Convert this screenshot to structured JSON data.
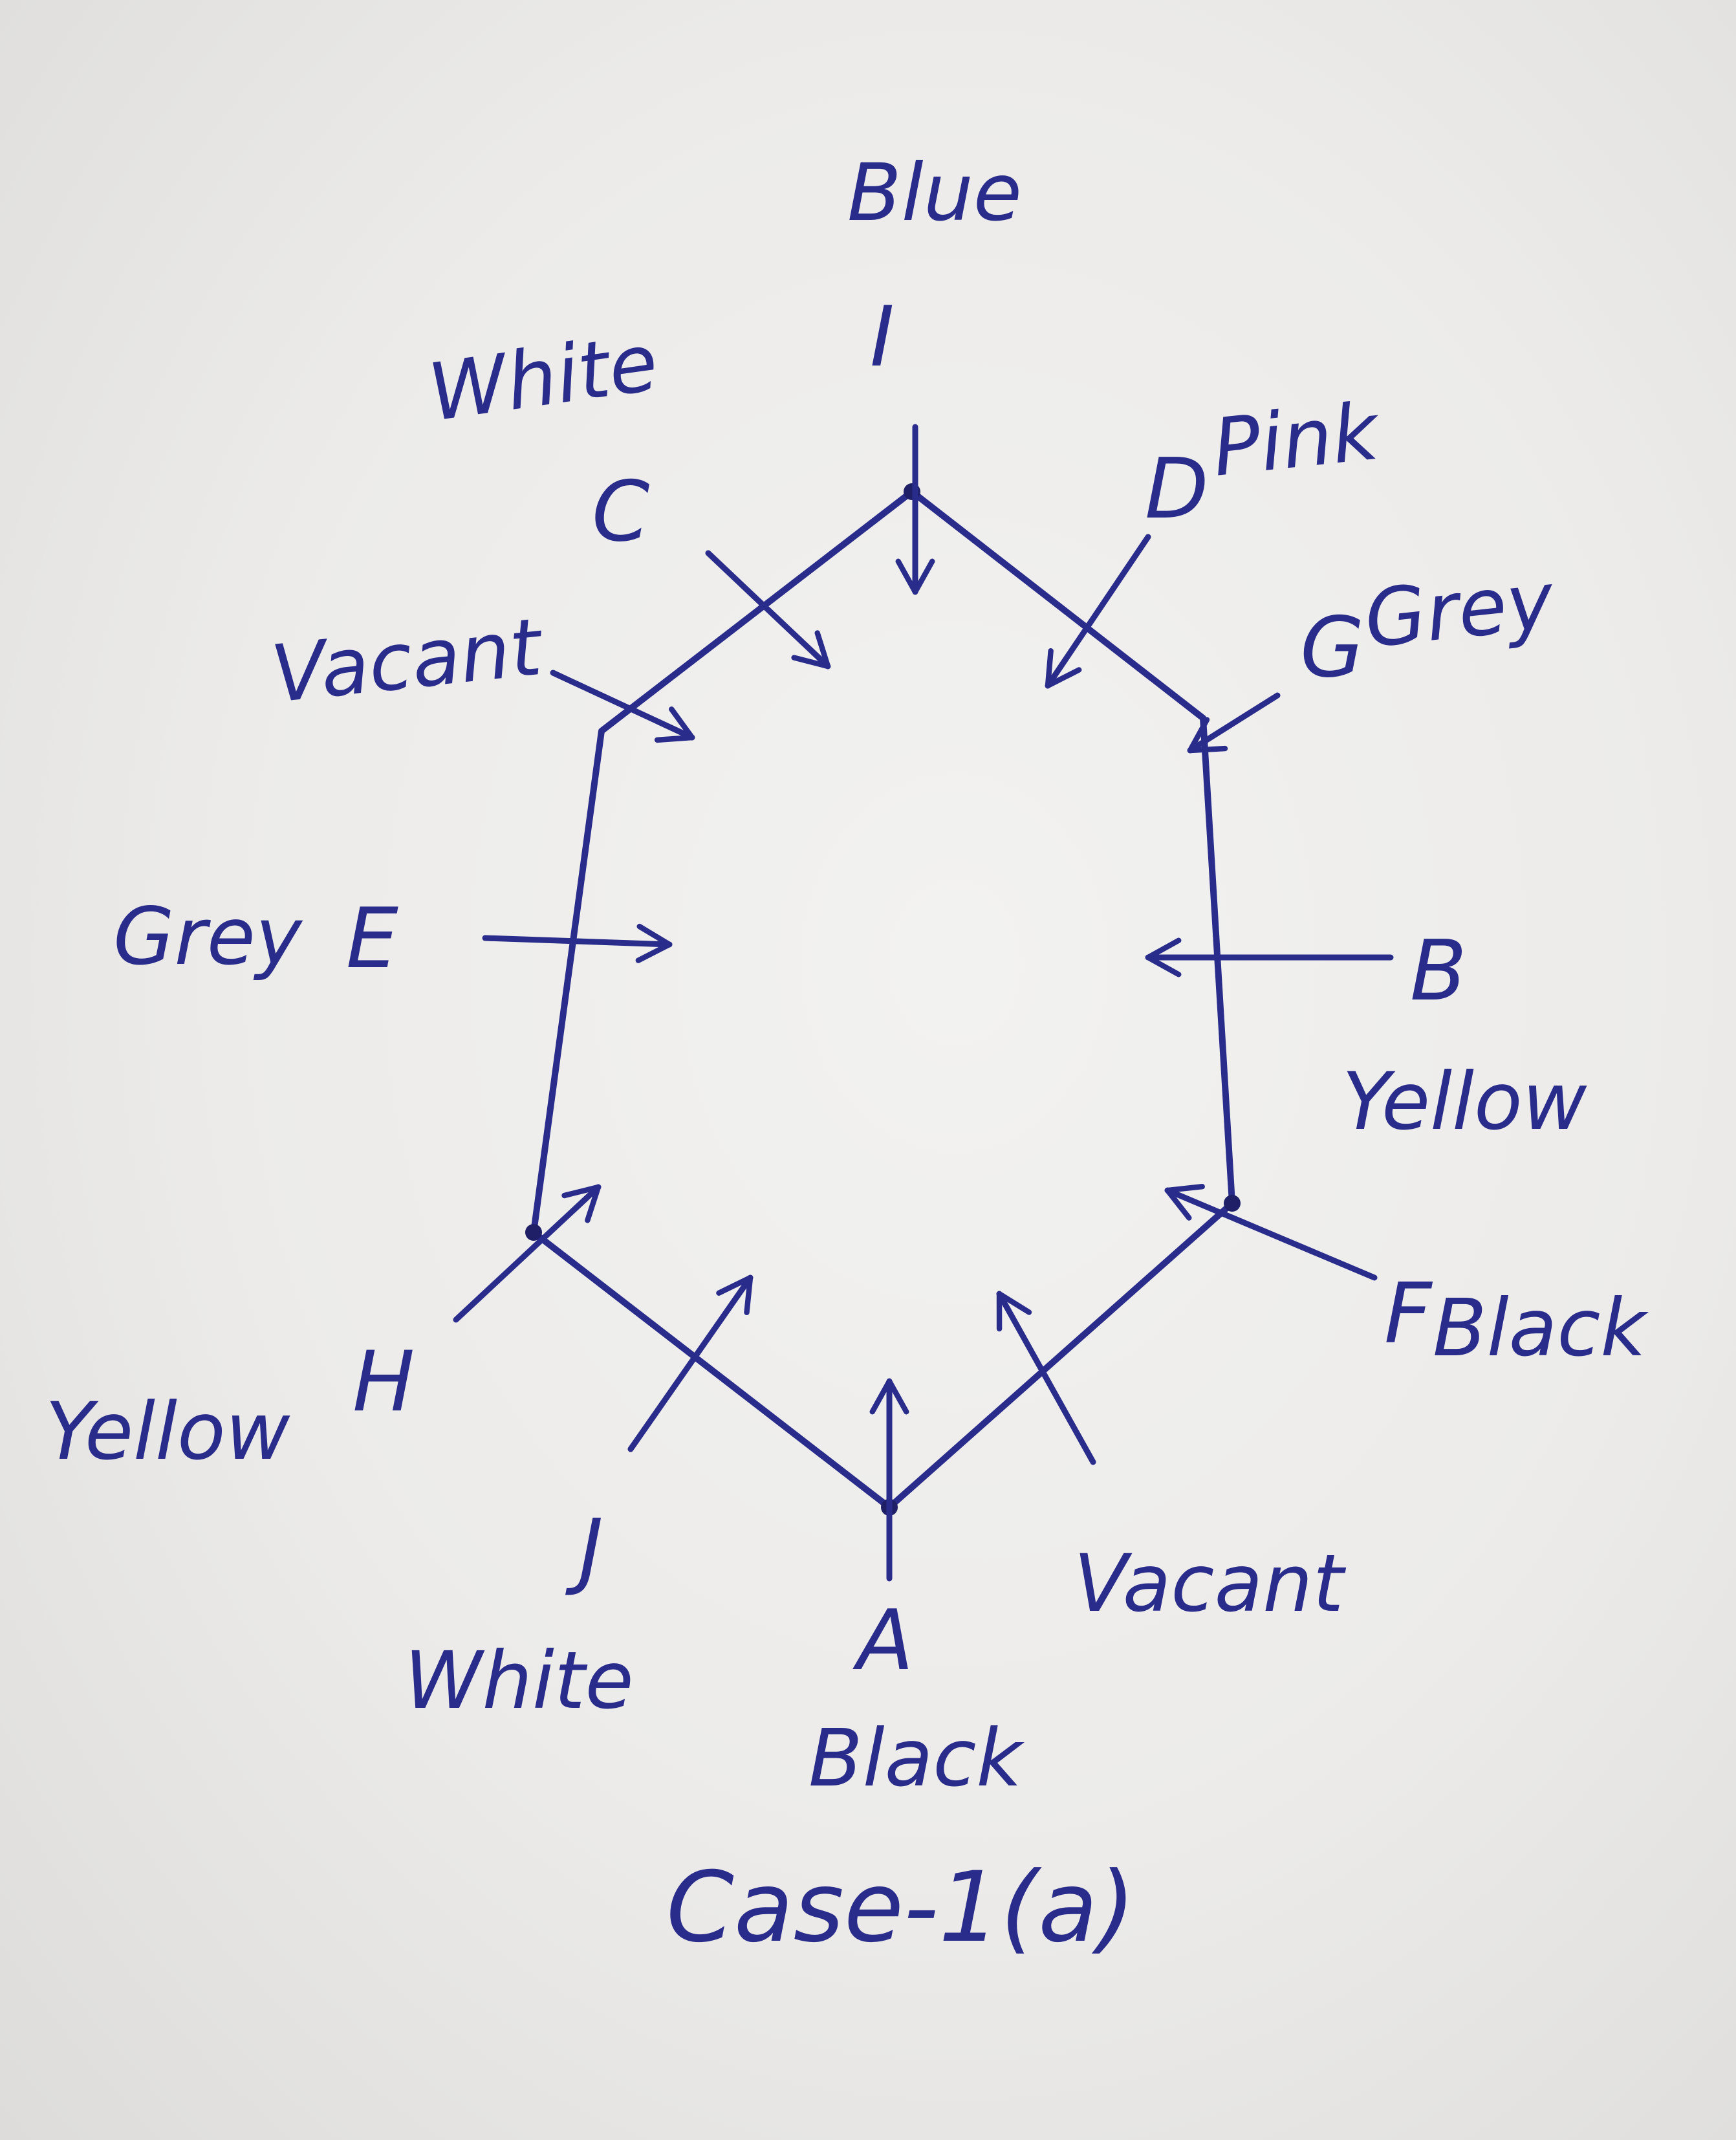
{
  "diagram": {
    "caption": "Case-1(a)",
    "seats": [
      {
        "id": "I",
        "letter": "I",
        "color": "Blue"
      },
      {
        "id": "C",
        "letter": "C",
        "color": "White"
      },
      {
        "id": "D",
        "letter": "D",
        "color": "Pink"
      },
      {
        "id": "G",
        "letter": "G",
        "color": "Grey"
      },
      {
        "id": "E",
        "letter": "E",
        "color": "Grey"
      },
      {
        "id": "B",
        "letter": "B",
        "color": "Yellow"
      },
      {
        "id": "F",
        "letter": "F",
        "color": "Black"
      },
      {
        "id": "H",
        "letter": "H",
        "color": "Yellow"
      },
      {
        "id": "J",
        "letter": "J",
        "color": "White"
      },
      {
        "id": "A",
        "letter": "A",
        "color": "Black"
      }
    ],
    "vacant_label": "Vacant",
    "colors": {
      "ink": "#2a2c8c",
      "paper": "#ecebe9"
    }
  }
}
